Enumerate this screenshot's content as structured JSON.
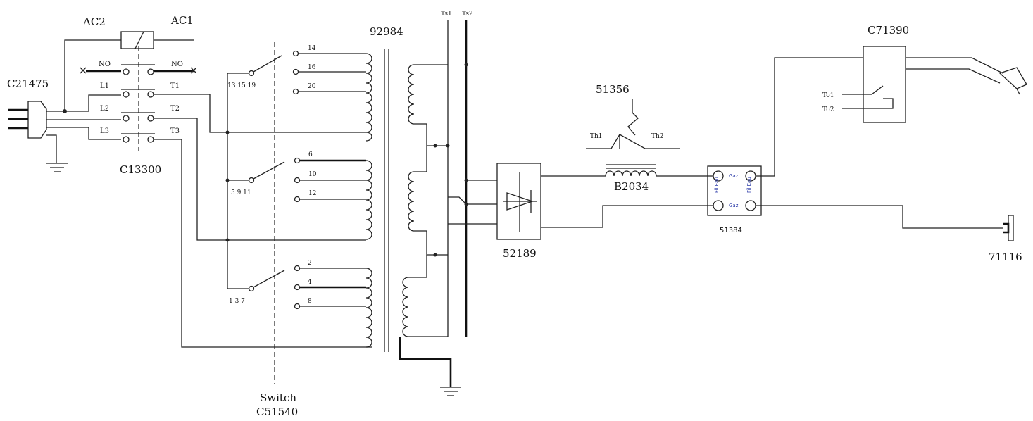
{
  "labels": {
    "ac2": "AC2",
    "ac1": "AC1",
    "plug": "C21475",
    "contactor": "C13300",
    "no_left": "NO",
    "no_right": "NO",
    "l1": "L1",
    "l2": "L2",
    "l3": "L3",
    "t1": "T1",
    "t2": "T2",
    "t3": "T3",
    "transformer": "92984",
    "ts1": "Ts1",
    "ts2": "Ts2",
    "switch_title": "Switch",
    "switch_code": "C51540",
    "sw_top_common": "13 15 19",
    "sw_mid_common": "5  9  11",
    "sw_bot_common": "1  3  7",
    "tap_14": "14",
    "tap_16": "16",
    "tap_20": "20",
    "tap_6": "6",
    "tap_10": "10",
    "tap_12": "12",
    "tap_2": "2",
    "tap_4": "4",
    "tap_8": "8",
    "rectifier": "52189",
    "thermostat": "51356",
    "th1": "Th1",
    "th2": "Th2",
    "choke": "B2034",
    "gas_block": "51384",
    "gas_1": "Gaz",
    "gas_2": "Gaz",
    "gas_side_1": "Fil Eau",
    "gas_side_2": "Fil Eau",
    "torch_switch": "C71390",
    "to1": "To1",
    "to2": "To2",
    "clamp": "71116"
  },
  "colors": {
    "line": "#222222",
    "gas_text": "#2b3aa8"
  }
}
